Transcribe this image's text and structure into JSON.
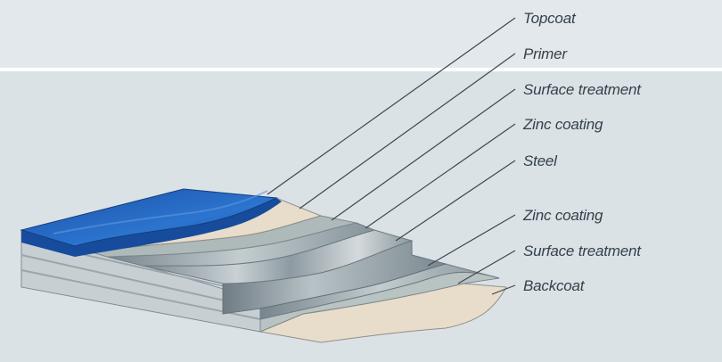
{
  "diagram": {
    "layers": [
      {
        "id": "topcoat",
        "label": "Topcoat",
        "color": "#1f5fb4"
      },
      {
        "id": "primer",
        "label": "Primer",
        "color": "#e6d9c7"
      },
      {
        "id": "surface-treatment-top",
        "label": "Surface treatment",
        "color": "#aab5b6"
      },
      {
        "id": "zinc-coating-top",
        "label": "Zinc coating",
        "color": "#8a989e"
      },
      {
        "id": "steel",
        "label": "Steel",
        "color": "#8e9aa2"
      },
      {
        "id": "zinc-coating-bottom",
        "label": "Zinc coating",
        "color": "#8a989e"
      },
      {
        "id": "surface-treatment-bottom",
        "label": "Surface treatment",
        "color": "#b7c1c0"
      },
      {
        "id": "backcoat",
        "label": "Backcoat",
        "color": "#e6d9c7"
      }
    ]
  }
}
